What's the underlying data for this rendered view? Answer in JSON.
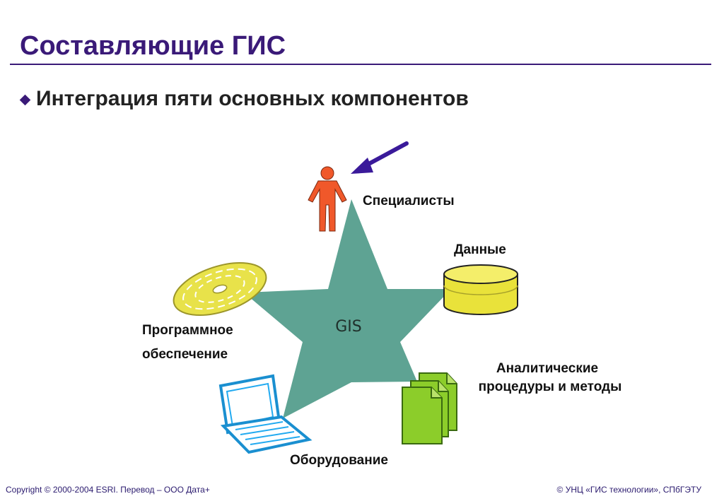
{
  "header": {
    "title": "Составляющие ГИС",
    "bullet": "Интеграция пяти основных компонентов"
  },
  "diagram": {
    "center_label": "GIS",
    "components": {
      "specialists": "Специалисты",
      "data": "Данные",
      "software_line1": "Программное",
      "software_line2": "обеспечение",
      "methods_line1": "Аналитические",
      "methods_line2": "процедуры и методы",
      "hardware": "Оборудование"
    },
    "icons": [
      "person-icon",
      "arrow-icon",
      "disc-icon",
      "database-icon",
      "laptop-icon",
      "documents-icon",
      "star-shape"
    ],
    "colors": {
      "title": "#3a1a78",
      "star": "#5ea393",
      "person": "#f0582a",
      "arrow": "#3a1a9a",
      "disc": "#e8e24a",
      "database": "#e9e23a",
      "laptop": "#22aaf0",
      "documents": "#8ccd2a"
    }
  },
  "footer": {
    "left": "Copyright © 2000-2004 ESRI. Перевод – ООО Дата+",
    "right": "© УНЦ «ГИС технологии», СПбГЭТУ"
  }
}
